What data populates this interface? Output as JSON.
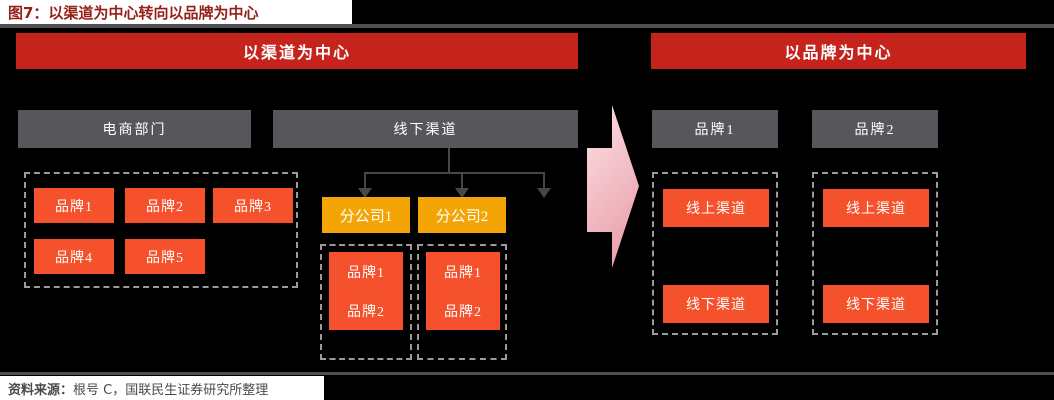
{
  "figure": {
    "title": "图7：以渠道为中心转向以品牌为中心",
    "source_label": "资料来源：",
    "source_text": "根号 C，国联民生证券研究所整理"
  },
  "before": {
    "banner": "以渠道为中心",
    "ecommerce": {
      "header": "电商部门",
      "brands": [
        "品牌1",
        "品牌2",
        "品牌3",
        "品牌4",
        "品牌5"
      ]
    },
    "offline": {
      "header": "线下渠道",
      "subsidiaries": [
        {
          "name": "分公司1",
          "brands": [
            "品牌1",
            "品牌2"
          ]
        },
        {
          "name": "分公司2",
          "brands": [
            "品牌1",
            "品牌2"
          ]
        }
      ]
    }
  },
  "after": {
    "banner": "以品牌为中心",
    "brands": [
      {
        "name": "品牌1",
        "channels": [
          "线上渠道",
          "线下渠道"
        ]
      },
      {
        "name": "品牌2",
        "channels": [
          "线上渠道",
          "线下渠道"
        ]
      }
    ]
  },
  "icons": {
    "flow_arrow": "right-block-arrow",
    "connector_arrowheads": "down-arrowhead"
  },
  "colors": {
    "page_background": "#000000",
    "title_red": "#941F18",
    "banner_red": "#C5231C",
    "header_gray": "#57575B",
    "chip_orange_red": "#F4512C",
    "subsidiary_amber": "#F5A405",
    "arrow_pink_light": "#FBE2E5",
    "arrow_pink_dark": "#ECA3AE",
    "dashed_border_gray": "#9B9B9B",
    "connector_gray": "#46474B",
    "rule_gray": "#4D4D52",
    "source_text_gray": "#4A4A4A"
  }
}
